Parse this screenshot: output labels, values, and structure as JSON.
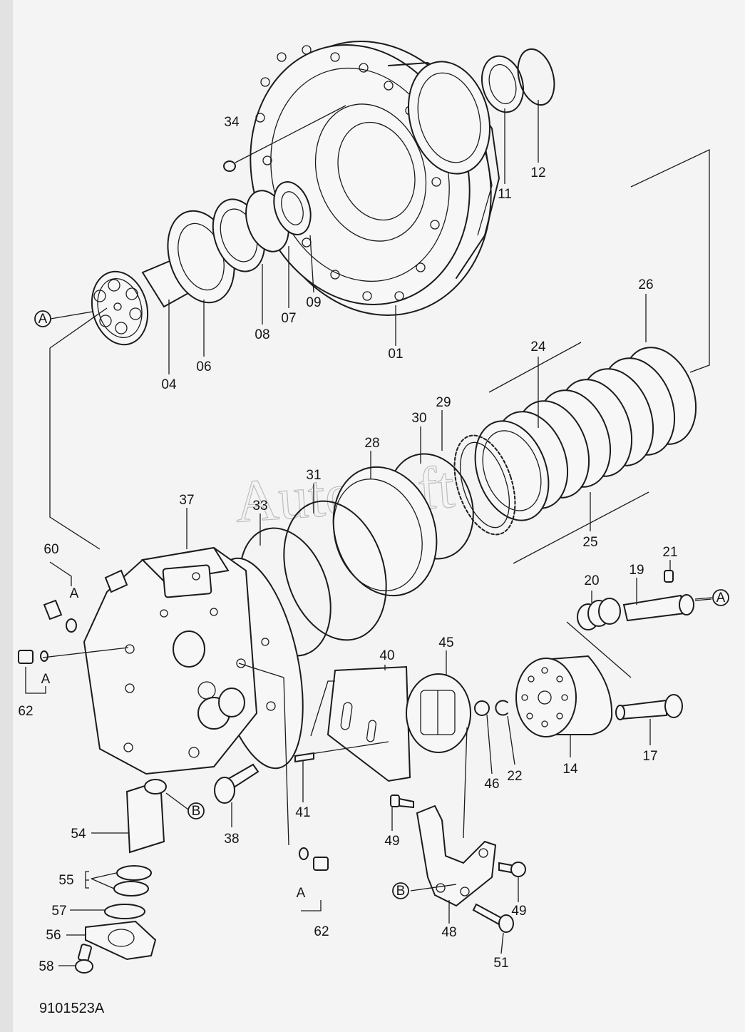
{
  "drawing_code": "9101523A",
  "watermark": "AutoSoft",
  "part_labels": [
    "01",
    "04",
    "06",
    "07",
    "08",
    "09",
    "11",
    "12",
    "14",
    "17",
    "19",
    "20",
    "21",
    "22",
    "24",
    "25",
    "26",
    "28",
    "29",
    "30",
    "31",
    "33",
    "34",
    "37",
    "38",
    "40",
    "41",
    "45",
    "46",
    "48",
    "49",
    "49",
    "51",
    "54",
    "55",
    "56",
    "57",
    "58",
    "60",
    "62",
    "62"
  ],
  "reference_markers": [
    "A",
    "A",
    "A",
    "A",
    "A",
    "B",
    "B"
  ],
  "icons": [
    "parts-explosion-diagram"
  ]
}
